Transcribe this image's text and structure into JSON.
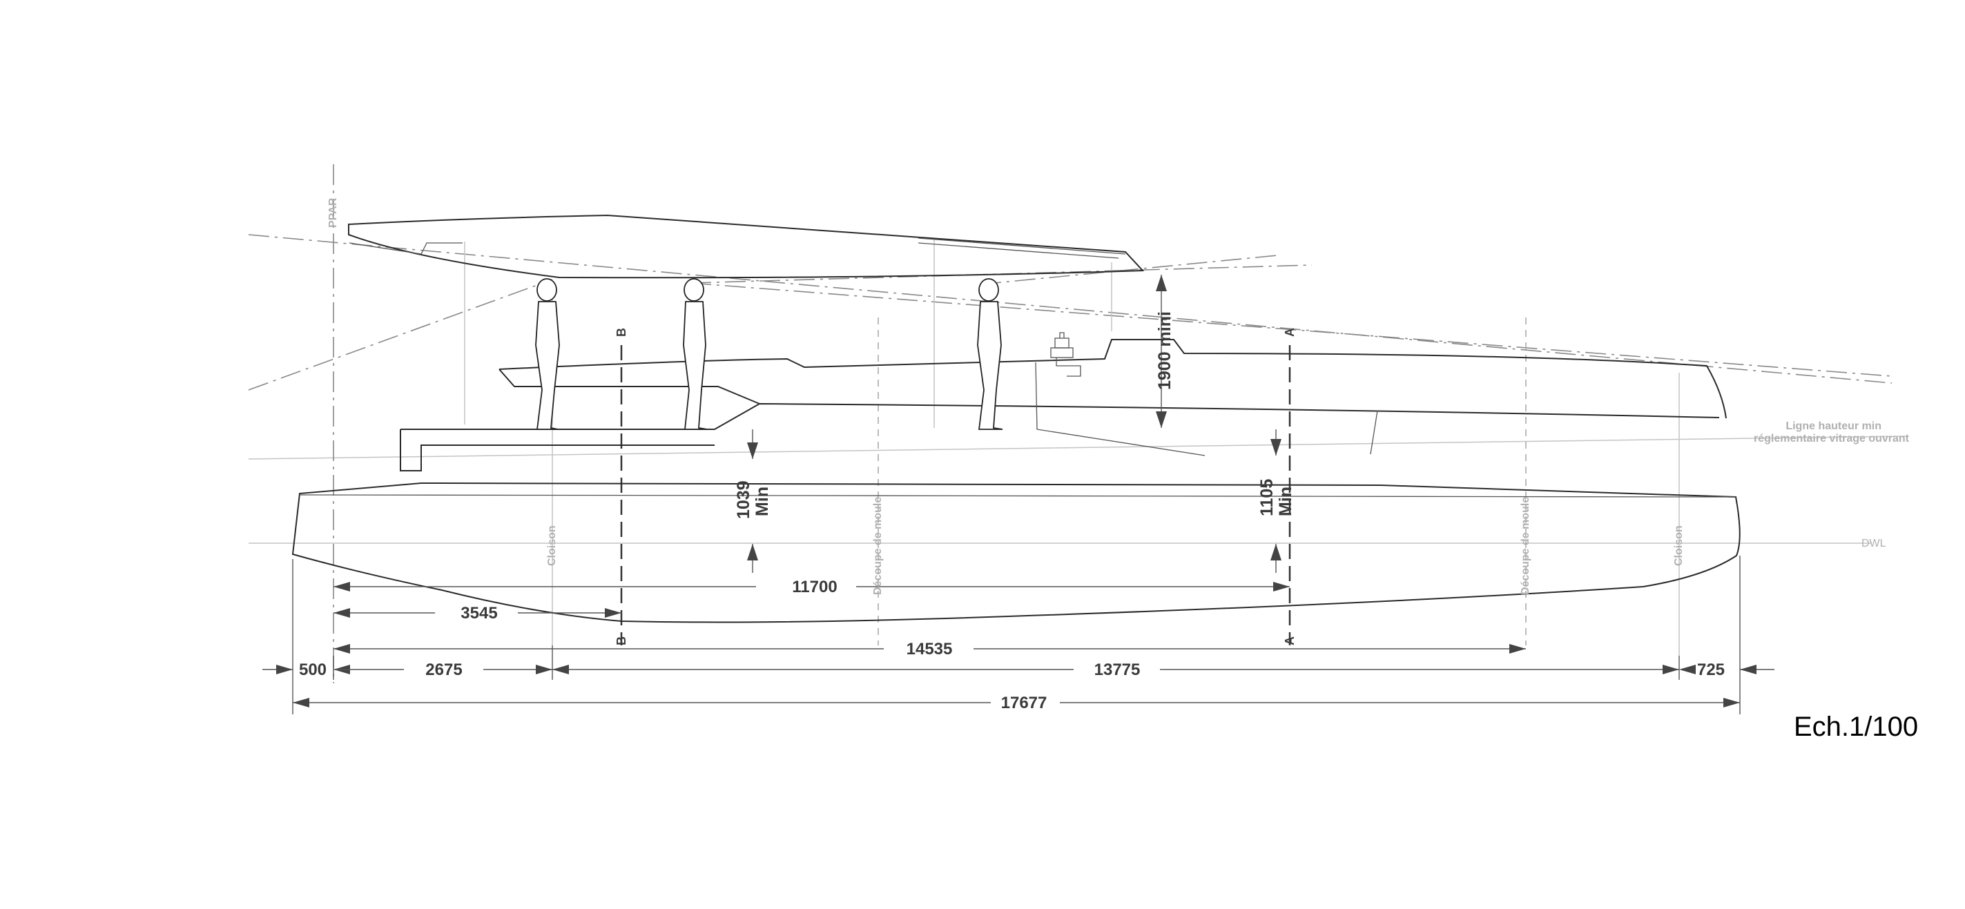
{
  "drawing": {
    "labels": {
      "ppar": "PPAR",
      "dwl": "DWL",
      "section_b": "B",
      "section_a": "A",
      "cloison": "Cloison",
      "decoupe_moule": "Découpe de moule",
      "ligne_hauteur_line1": "Ligne hauteur min",
      "ligne_hauteur_line2": "réglementaire vitrage ouvrant"
    },
    "dimensions": {
      "d11700": "11700",
      "d3545": "3545",
      "d14535": "14535",
      "d500": "500",
      "d2675": "2675",
      "d13775": "13775",
      "d725": "725",
      "d17677": "17677",
      "d1900": "1900 mini",
      "d1039_value": "1039",
      "d1105_value": "1105",
      "min_label": "Min"
    },
    "scale": "Ech.1/100"
  }
}
